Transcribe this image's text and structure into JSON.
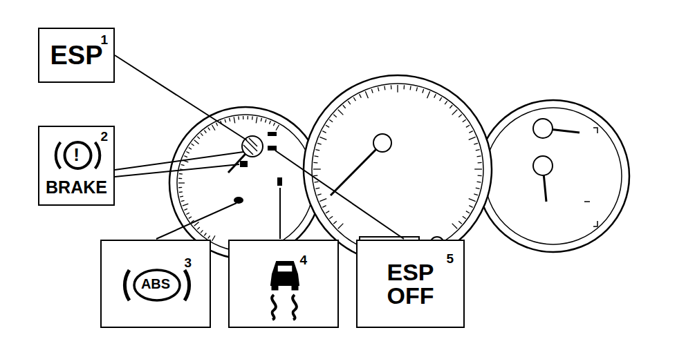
{
  "diagram": {
    "nodes": [
      {
        "text": [
          "ESP",
          "1"
        ]
      },
      {
        "text": [
          "!",
          "BRAKE",
          "2"
        ]
      },
      {
        "text": [
          "ABS",
          "3"
        ]
      },
      {
        "text": [
          "4"
        ]
      },
      {
        "text": [
          "ESP OFF",
          "5"
        ]
      }
    ]
  }
}
